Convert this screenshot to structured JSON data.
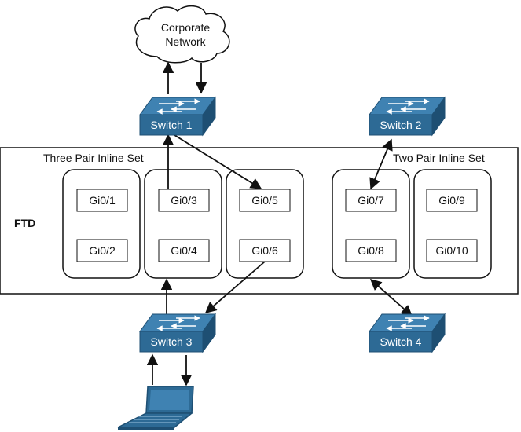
{
  "cloud": {
    "line1": "Corporate",
    "line2": "Network"
  },
  "ftd": {
    "label": "FTD",
    "three_pair_title": "Three Pair Inline Set",
    "two_pair_title": "Two Pair Inline Set"
  },
  "switches": {
    "s1": "Switch 1",
    "s2": "Switch 2",
    "s3": "Switch 3",
    "s4": "Switch 4"
  },
  "ports": {
    "p1": "Gi0/1",
    "p2": "Gi0/2",
    "p3": "Gi0/3",
    "p4": "Gi0/4",
    "p5": "Gi0/5",
    "p6": "Gi0/6",
    "p7": "Gi0/7",
    "p8": "Gi0/8",
    "p9": "Gi0/9",
    "p10": "Gi0/10"
  },
  "colors": {
    "switch_front": "#2d6a95",
    "switch_top": "#3f82b2",
    "switch_side": "#1e4f73"
  }
}
